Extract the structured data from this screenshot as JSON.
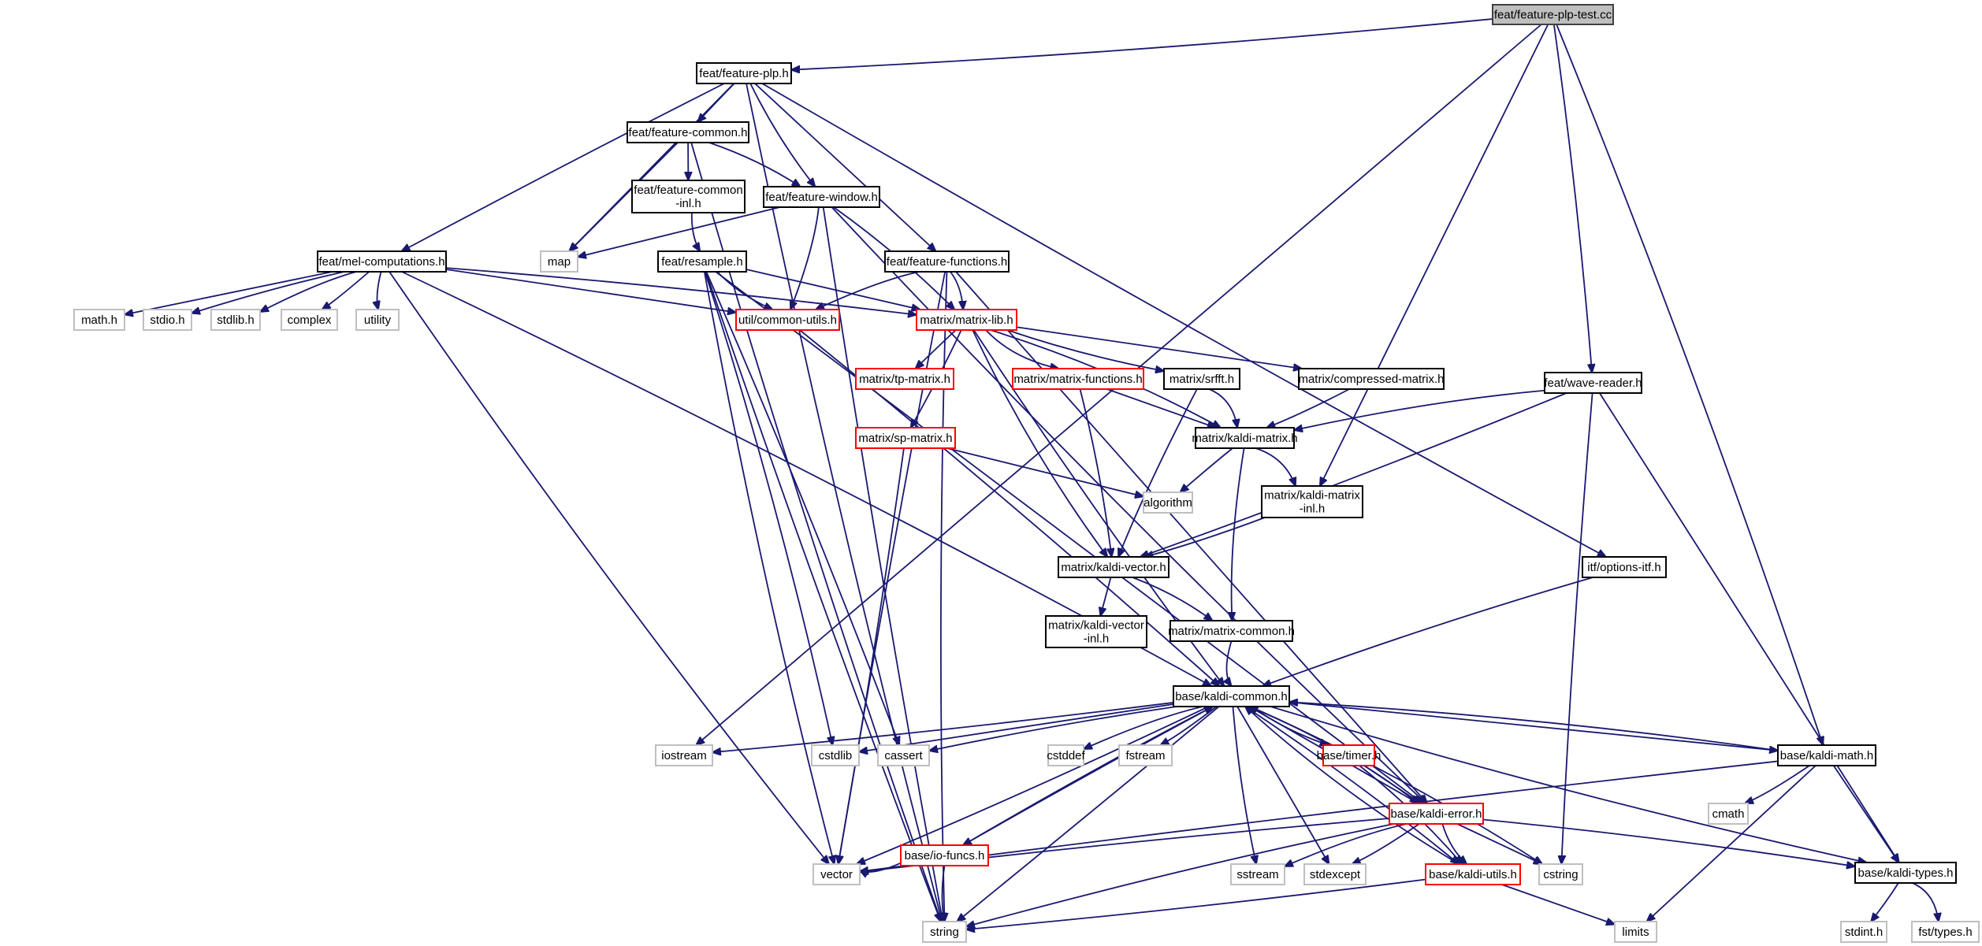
{
  "title": "feat/feature-plp-test.cc",
  "colors": {
    "edge": "#191970",
    "root_fill": "#bfbfbf",
    "root_border": "#404040",
    "normal_border": "#000000",
    "truncated_border": "#ff0000",
    "external_border": "#bfbfbf"
  },
  "nodes": [
    {
      "id": "root",
      "label": "feat/feature-plp-test.cc",
      "kind": "root"
    },
    {
      "id": "plp",
      "label": "feat/feature-plp.h",
      "kind": "normal"
    },
    {
      "id": "common",
      "label": "feat/feature-common.h",
      "kind": "normal"
    },
    {
      "id": "commoninl",
      "label": [
        "feat/feature-common",
        "-inl.h"
      ],
      "kind": "normal"
    },
    {
      "id": "window",
      "label": "feat/feature-window.h",
      "kind": "normal"
    },
    {
      "id": "map",
      "label": "map",
      "kind": "external"
    },
    {
      "id": "mel",
      "label": "feat/mel-computations.h",
      "kind": "normal"
    },
    {
      "id": "resample",
      "label": "feat/resample.h",
      "kind": "normal"
    },
    {
      "id": "functions",
      "label": "feat/feature-functions.h",
      "kind": "normal"
    },
    {
      "id": "mathh",
      "label": "math.h",
      "kind": "external"
    },
    {
      "id": "stdioh",
      "label": "stdio.h",
      "kind": "external"
    },
    {
      "id": "stdlibh",
      "label": "stdlib.h",
      "kind": "external"
    },
    {
      "id": "complex",
      "label": "complex",
      "kind": "external"
    },
    {
      "id": "utility",
      "label": "utility",
      "kind": "external"
    },
    {
      "id": "commonutils",
      "label": "util/common-utils.h",
      "kind": "truncated"
    },
    {
      "id": "matrixlib",
      "label": "matrix/matrix-lib.h",
      "kind": "truncated"
    },
    {
      "id": "tpmatrix",
      "label": "matrix/tp-matrix.h",
      "kind": "truncated"
    },
    {
      "id": "matrixfunctions",
      "label": "matrix/matrix-functions.h",
      "kind": "truncated"
    },
    {
      "id": "srfft",
      "label": "matrix/srfft.h",
      "kind": "normal"
    },
    {
      "id": "compressed",
      "label": "matrix/compressed-matrix.h",
      "kind": "normal"
    },
    {
      "id": "wavereader",
      "label": "feat/wave-reader.h",
      "kind": "normal"
    },
    {
      "id": "spmatrix",
      "label": "matrix/sp-matrix.h",
      "kind": "truncated"
    },
    {
      "id": "kaldimatrix",
      "label": "matrix/kaldi-matrix.h",
      "kind": "normal"
    },
    {
      "id": "algorithm",
      "label": "algorithm",
      "kind": "external"
    },
    {
      "id": "kaldimatrixinl",
      "label": [
        "matrix/kaldi-matrix",
        "-inl.h"
      ],
      "kind": "normal"
    },
    {
      "id": "kaldivector",
      "label": "matrix/kaldi-vector.h",
      "kind": "normal"
    },
    {
      "id": "optionsitf",
      "label": "itf/options-itf.h",
      "kind": "normal"
    },
    {
      "id": "kaldivectorinl",
      "label": [
        "matrix/kaldi-vector",
        "-inl.h"
      ],
      "kind": "normal"
    },
    {
      "id": "matrixcommon",
      "label": "matrix/matrix-common.h",
      "kind": "normal"
    },
    {
      "id": "kaldicommon",
      "label": "base/kaldi-common.h",
      "kind": "normal"
    },
    {
      "id": "iostream",
      "label": "iostream",
      "kind": "external"
    },
    {
      "id": "cstdlib",
      "label": "cstdlib",
      "kind": "external"
    },
    {
      "id": "cassert",
      "label": "cassert",
      "kind": "external"
    },
    {
      "id": "cstddef",
      "label": "cstddef",
      "kind": "external"
    },
    {
      "id": "fstream",
      "label": "fstream",
      "kind": "external"
    },
    {
      "id": "timer",
      "label": "base/timer.h",
      "kind": "truncated"
    },
    {
      "id": "kaldimath",
      "label": "base/kaldi-math.h",
      "kind": "normal"
    },
    {
      "id": "iofuncs",
      "label": "base/io-funcs.h",
      "kind": "truncated"
    },
    {
      "id": "kaldierror",
      "label": "base/kaldi-error.h",
      "kind": "truncated"
    },
    {
      "id": "cmath",
      "label": "cmath",
      "kind": "external"
    },
    {
      "id": "vector",
      "label": "vector",
      "kind": "external"
    },
    {
      "id": "sstream",
      "label": "sstream",
      "kind": "external"
    },
    {
      "id": "stdexcept",
      "label": "stdexcept",
      "kind": "external"
    },
    {
      "id": "kaldiutils",
      "label": "base/kaldi-utils.h",
      "kind": "truncated"
    },
    {
      "id": "cstring",
      "label": "cstring",
      "kind": "external"
    },
    {
      "id": "kalditypes",
      "label": "base/kaldi-types.h",
      "kind": "normal"
    },
    {
      "id": "string",
      "label": "string",
      "kind": "external"
    },
    {
      "id": "limits",
      "label": "limits",
      "kind": "external"
    },
    {
      "id": "stdinth",
      "label": "stdint.h",
      "kind": "external"
    },
    {
      "id": "fsttypes",
      "label": "fst/types.h",
      "kind": "external"
    }
  ],
  "edges": [
    [
      "root",
      "plp"
    ],
    [
      "root",
      "iostream"
    ],
    [
      "root",
      "kaldimatrixinl"
    ],
    [
      "root",
      "wavereader"
    ],
    [
      "root",
      "kaldimath"
    ],
    [
      "plp",
      "common"
    ],
    [
      "plp",
      "window"
    ],
    [
      "plp",
      "functions"
    ],
    [
      "plp",
      "mel"
    ],
    [
      "plp",
      "map"
    ],
    [
      "plp",
      "string"
    ],
    [
      "plp",
      "optionsitf"
    ],
    [
      "common",
      "commoninl"
    ],
    [
      "common",
      "window"
    ],
    [
      "common",
      "map"
    ],
    [
      "common",
      "string"
    ],
    [
      "commoninl",
      "resample"
    ],
    [
      "window",
      "map"
    ],
    [
      "window",
      "matrixlib"
    ],
    [
      "window",
      "commonutils"
    ],
    [
      "window",
      "kaldierror"
    ],
    [
      "window",
      "string"
    ],
    [
      "mel",
      "mathh"
    ],
    [
      "mel",
      "stdioh"
    ],
    [
      "mel",
      "stdlibh"
    ],
    [
      "mel",
      "complex"
    ],
    [
      "mel",
      "utility"
    ],
    [
      "mel",
      "commonutils"
    ],
    [
      "mel",
      "matrixlib"
    ],
    [
      "mel",
      "kaldicommon"
    ],
    [
      "mel",
      "vector"
    ],
    [
      "resample",
      "commonutils"
    ],
    [
      "resample",
      "matrixlib"
    ],
    [
      "resample",
      "cassert"
    ],
    [
      "resample",
      "cstdlib"
    ],
    [
      "resample",
      "vector"
    ],
    [
      "resample",
      "string"
    ],
    [
      "resample",
      "kaldierror"
    ],
    [
      "functions",
      "matrixlib"
    ],
    [
      "functions",
      "commonutils"
    ],
    [
      "functions",
      "string"
    ],
    [
      "functions",
      "vector"
    ],
    [
      "functions",
      "kaldierror"
    ],
    [
      "commonutils",
      "kaldicommon"
    ],
    [
      "matrixlib",
      "tpmatrix"
    ],
    [
      "matrixlib",
      "matrixfunctions"
    ],
    [
      "matrixlib",
      "srfft"
    ],
    [
      "matrixlib",
      "compressed"
    ],
    [
      "matrixlib",
      "spmatrix"
    ],
    [
      "matrixlib",
      "kaldimatrix"
    ],
    [
      "matrixlib",
      "kaldivector"
    ],
    [
      "matrixlib",
      "kaldicommon"
    ],
    [
      "matrixfunctions",
      "kaldimatrix"
    ],
    [
      "matrixfunctions",
      "kaldivector"
    ],
    [
      "srfft",
      "kaldimatrix"
    ],
    [
      "srfft",
      "kaldivector"
    ],
    [
      "compressed",
      "kaldimatrix"
    ],
    [
      "spmatrix",
      "algorithm"
    ],
    [
      "spmatrix",
      "vector"
    ],
    [
      "wavereader",
      "kaldimatrix"
    ],
    [
      "wavereader",
      "kaldivector"
    ],
    [
      "wavereader",
      "cstring"
    ],
    [
      "wavereader",
      "kalditypes"
    ],
    [
      "kaldimatrix",
      "algorithm"
    ],
    [
      "kaldimatrix",
      "kaldimatrixinl"
    ],
    [
      "kaldimatrix",
      "matrixcommon"
    ],
    [
      "kaldimatrixinl",
      "kaldivector"
    ],
    [
      "kaldivector",
      "kaldivectorinl"
    ],
    [
      "kaldivector",
      "matrixcommon"
    ],
    [
      "optionsitf",
      "kaldicommon"
    ],
    [
      "matrixcommon",
      "kaldicommon"
    ],
    [
      "kaldicommon",
      "iostream"
    ],
    [
      "kaldicommon",
      "cstdlib"
    ],
    [
      "kaldicommon",
      "cassert"
    ],
    [
      "kaldicommon",
      "cstddef"
    ],
    [
      "kaldicommon",
      "fstream"
    ],
    [
      "kaldicommon",
      "timer"
    ],
    [
      "kaldicommon",
      "kaldimath"
    ],
    [
      "kaldicommon",
      "iofuncs"
    ],
    [
      "kaldicommon",
      "kaldierror"
    ],
    [
      "kaldicommon",
      "vector"
    ],
    [
      "kaldicommon",
      "sstream"
    ],
    [
      "kaldicommon",
      "stdexcept"
    ],
    [
      "kaldicommon",
      "kaldiutils"
    ],
    [
      "kaldicommon",
      "cstring"
    ],
    [
      "kaldicommon",
      "kalditypes"
    ],
    [
      "kaldicommon",
      "string"
    ],
    [
      "timer",
      "kaldierror"
    ],
    [
      "timer",
      "kaldiutils"
    ],
    [
      "kaldimath",
      "kaldicommon"
    ],
    [
      "kaldimath",
      "cmath"
    ],
    [
      "kaldimath",
      "limits"
    ],
    [
      "kaldimath",
      "kalditypes"
    ],
    [
      "kaldimath",
      "vector"
    ],
    [
      "iofuncs",
      "kaldicommon"
    ],
    [
      "iofuncs",
      "vector"
    ],
    [
      "iofuncs",
      "string"
    ],
    [
      "kaldierror",
      "kaldicommon"
    ],
    [
      "kaldierror",
      "vector"
    ],
    [
      "kaldierror",
      "sstream"
    ],
    [
      "kaldierror",
      "stdexcept"
    ],
    [
      "kaldierror",
      "kaldiutils"
    ],
    [
      "kaldierror",
      "cstring"
    ],
    [
      "kaldierror",
      "kalditypes"
    ],
    [
      "kaldierror",
      "string"
    ],
    [
      "kaldiutils",
      "kaldicommon"
    ],
    [
      "kaldiutils",
      "string"
    ],
    [
      "kaldiutils",
      "limits"
    ],
    [
      "kalditypes",
      "stdinth"
    ],
    [
      "kalditypes",
      "fsttypes"
    ]
  ]
}
